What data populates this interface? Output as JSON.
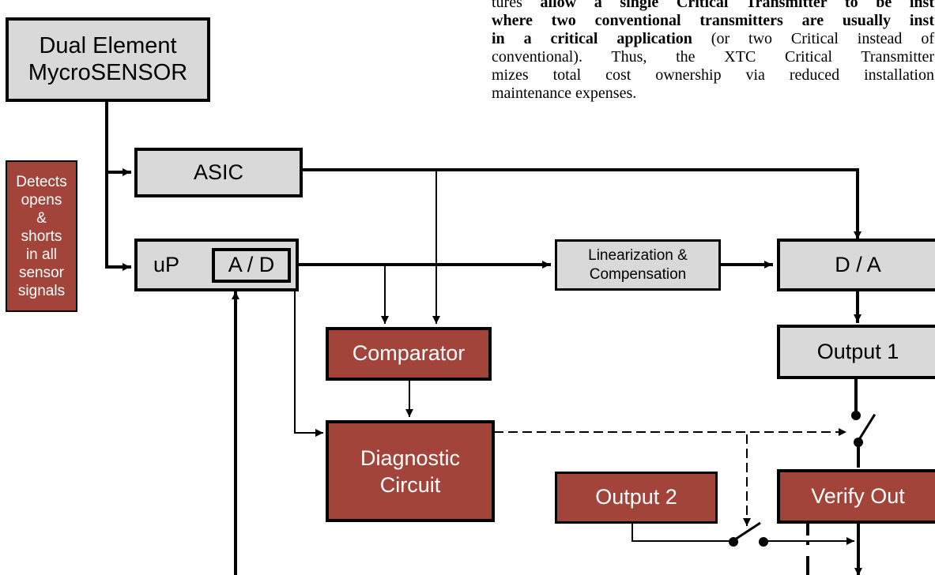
{
  "paragraph": {
    "line1": {
      "normal": "tures ",
      "bold": "allow a single Critical Transmitter to be inst"
    },
    "line2": {
      "bold": "where two conventional transmitters are usually inst"
    },
    "line3": {
      "bold": "in a critical application",
      "normal": " (or two Critical instead of"
    },
    "line4": {
      "normal": "conventional). Thus, the XTC Critical Transmitter"
    },
    "line5": {
      "normal": "mizes total cost ownership via reduced installation"
    },
    "line6": {
      "normal": "maintenance expenses."
    }
  },
  "blocks": {
    "sensor": [
      "Dual Element",
      "MycroSENSOR"
    ],
    "detects_note": [
      "Detects",
      "opens",
      "&",
      "shorts",
      "in all",
      "sensor",
      "signals"
    ],
    "asic": "ASIC",
    "up": "uP",
    "ad": "A / D",
    "linearization": [
      "Linearization &",
      "Compensation"
    ],
    "da": "D / A",
    "output1": "Output 1",
    "comparator": "Comparator",
    "diagnostic": [
      "Diagnostic",
      "Circuit"
    ],
    "output2": "Output 2",
    "verify_out": "Verify Out"
  },
  "colors": {
    "processing_block": "#d9d9d9",
    "diagnostic_block": "#a3443a",
    "lines": "#000000"
  }
}
